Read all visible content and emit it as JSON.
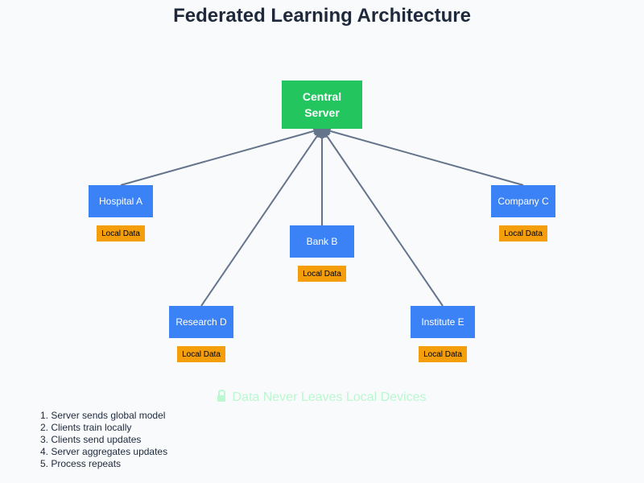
{
  "title": "Federated Learning Architecture",
  "server": {
    "line1": "Central",
    "line2": "Server"
  },
  "clients": [
    {
      "name": "Hospital A",
      "data_label": "Local Data"
    },
    {
      "name": "Bank B",
      "data_label": "Local Data"
    },
    {
      "name": "Company C",
      "data_label": "Local Data"
    },
    {
      "name": "Research D",
      "data_label": "Local Data"
    },
    {
      "name": "Institute E",
      "data_label": "Local Data"
    }
  ],
  "privacy_note": "Data Never Leaves Local Devices",
  "privacy_icon": "lock-icon",
  "steps": [
    "1. Server sends global model",
    "2. Clients train locally",
    "3. Clients send updates",
    "4. Server aggregates updates",
    "5. Process repeats"
  ],
  "colors": {
    "server": "#22c55e",
    "client": "#3b82f6",
    "local_data": "#f59e0b",
    "links": "#64748b",
    "privacy_text": "#bbf7d0"
  }
}
